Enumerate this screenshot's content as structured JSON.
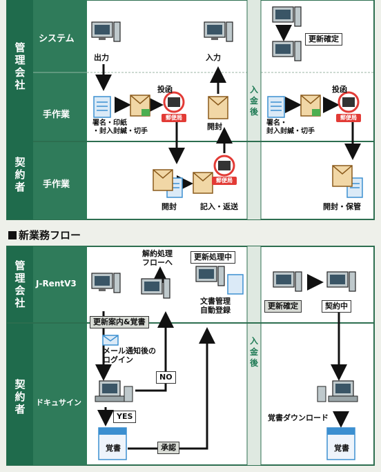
{
  "section_old": {
    "rows": {
      "mgmt": "管理\n会社",
      "contractor": "契約\n者"
    },
    "row_labels": {
      "system": "システム",
      "manual": "手作業",
      "contractor_manual": "手作業"
    },
    "labels": {
      "output": "出力",
      "input": "入力",
      "toukan_left": "投函",
      "sign_left": "署名・印紙\n・封入封緘・切手",
      "open_center": "開封",
      "open_bottom": "開封",
      "fill_return": "記入・返送",
      "toukan_right": "投函",
      "sign_right": "署名・\n封入封緘・切手",
      "open_store": "開封・保管"
    },
    "renewal_box": "更新確定",
    "after_payment": "入\n金\n後",
    "post_office": "郵便局"
  },
  "section_new": {
    "title": "新業務フロー",
    "rows": {
      "mgmt": "管理\n会社",
      "contractor": "契約\n者"
    },
    "row_labels": {
      "system": "J-RentV3",
      "docusign": "ドキュサイン"
    },
    "labels": {
      "cancel_flow": "解約処理\nフローへ",
      "doc_auto": "文書管理\n自動登録",
      "mail_login": "メール通知後の\nログイン",
      "memo_download": "覚書ダウンロード"
    },
    "boxes": {
      "renewing": "更新処理中",
      "renewal_notice": "更新案内&覚書",
      "no": "NO",
      "yes": "YES",
      "approve": "承認",
      "confirmed": "更新確定",
      "in_contract": "契約中"
    },
    "memo_left": "覚書",
    "memo_right": "覚書",
    "after_payment": "入\n金\n後"
  },
  "colors": {
    "green_dark": "#1f6b4c",
    "green_light": "#dbe7de",
    "accent_red": "#e23b36",
    "doc_blue": "#3b8fd0",
    "envelope_tan": "#c9953e"
  }
}
